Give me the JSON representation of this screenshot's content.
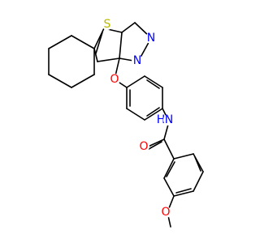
{
  "molecule": {
    "atoms": [
      {
        "id": "S",
        "label": "S",
        "color": "#b8b800"
      },
      {
        "id": "N1",
        "label": "N",
        "color": "#0000ff"
      },
      {
        "id": "N2",
        "label": "N",
        "color": "#0000ff"
      },
      {
        "id": "O1",
        "label": "O",
        "color": "#ff0000"
      },
      {
        "id": "NH",
        "label": "H",
        "color": "#0000ff"
      },
      {
        "id": "NN",
        "label": "N",
        "color": "#0000ff"
      },
      {
        "id": "O2",
        "label": "O",
        "color": "#ff0000"
      },
      {
        "id": "O3",
        "label": "O",
        "color": "#ff0000"
      }
    ],
    "bond_color": "#000000"
  }
}
